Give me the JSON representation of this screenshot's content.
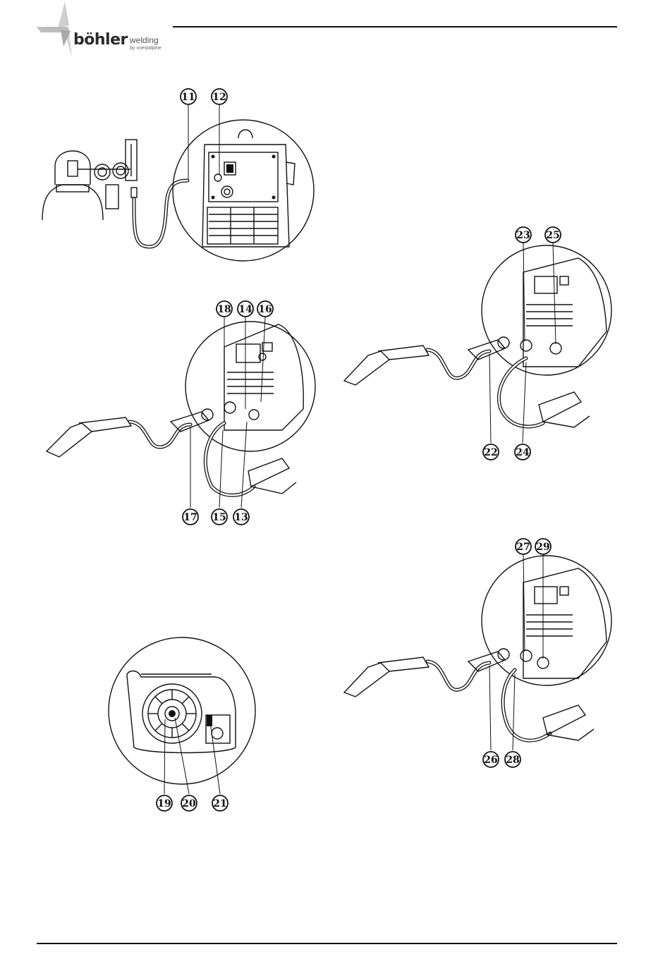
{
  "header": {
    "brand": "böhler",
    "brand_suffix": "welding",
    "brand_by": "by voestalpine"
  },
  "callouts": [
    "11",
    "12",
    "13",
    "14",
    "15",
    "16",
    "17",
    "18",
    "19",
    "20",
    "21",
    "22",
    "23",
    "24",
    "25",
    "26",
    "27",
    "28",
    "29"
  ]
}
